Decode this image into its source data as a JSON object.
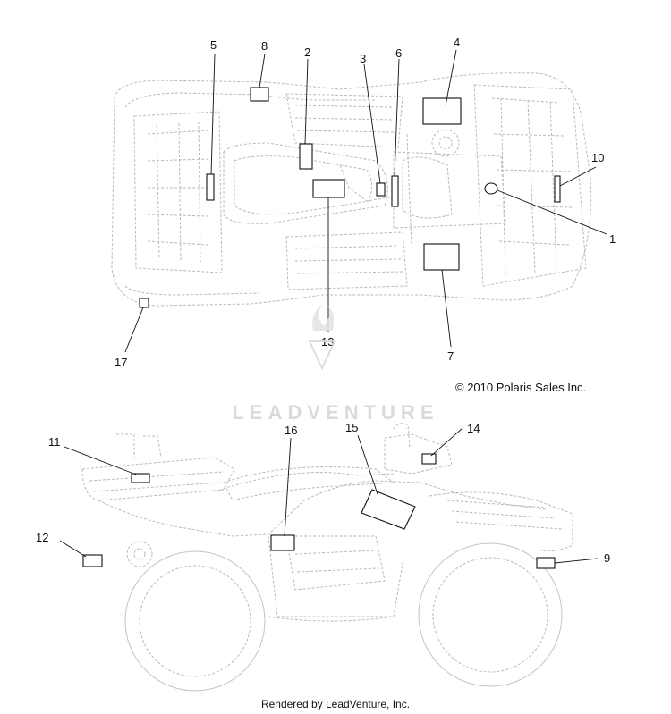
{
  "callouts": {
    "c1": "1",
    "c2": "2",
    "c3": "3",
    "c4": "4",
    "c5": "5",
    "c6": "6",
    "c7": "7",
    "c8": "8",
    "c9": "9",
    "c10": "10",
    "c11": "11",
    "c12": "12",
    "c13": "13",
    "c14": "14",
    "c15": "15",
    "c16": "16",
    "c17": "17"
  },
  "copyright": "© 2010 Polaris Sales Inc.",
  "watermark": "LEADVENTURE",
  "footer": "Rendered by LeadVenture, Inc."
}
